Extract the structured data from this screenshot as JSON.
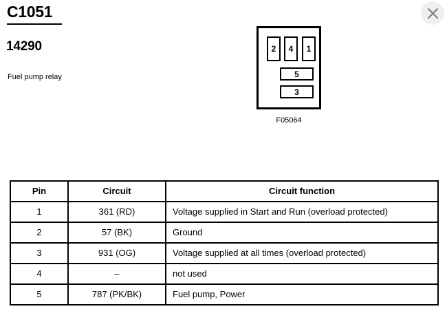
{
  "header": {
    "connector_id": "C1051",
    "part_number": "14290",
    "component_name": "Fuel pump relay"
  },
  "close_button": {
    "icon": "close-icon",
    "label": "Close",
    "circle_color": "#efefef",
    "glyph_color": "#808080"
  },
  "diagram": {
    "code": "F05064",
    "pins_vertical": [
      {
        "number": "2"
      },
      {
        "number": "4"
      },
      {
        "number": "1"
      }
    ],
    "pins_horizontal": [
      {
        "number": "5"
      },
      {
        "number": "3"
      }
    ]
  },
  "table": {
    "columns": [
      "Pin",
      "Circuit",
      "Circuit function"
    ],
    "rows": [
      {
        "pin": "1",
        "circuit": "361 (RD)",
        "function": "Voltage supplied in Start and Run (overload protected)"
      },
      {
        "pin": "2",
        "circuit": "57 (BK)",
        "function": "Ground"
      },
      {
        "pin": "3",
        "circuit": "931 (OG)",
        "function": "Voltage supplied at all times (overload protected)"
      },
      {
        "pin": "4",
        "circuit": "–",
        "function": "not used"
      },
      {
        "pin": "5",
        "circuit": "787 (PK/BK)",
        "function": "Fuel pump, Power"
      }
    ]
  }
}
